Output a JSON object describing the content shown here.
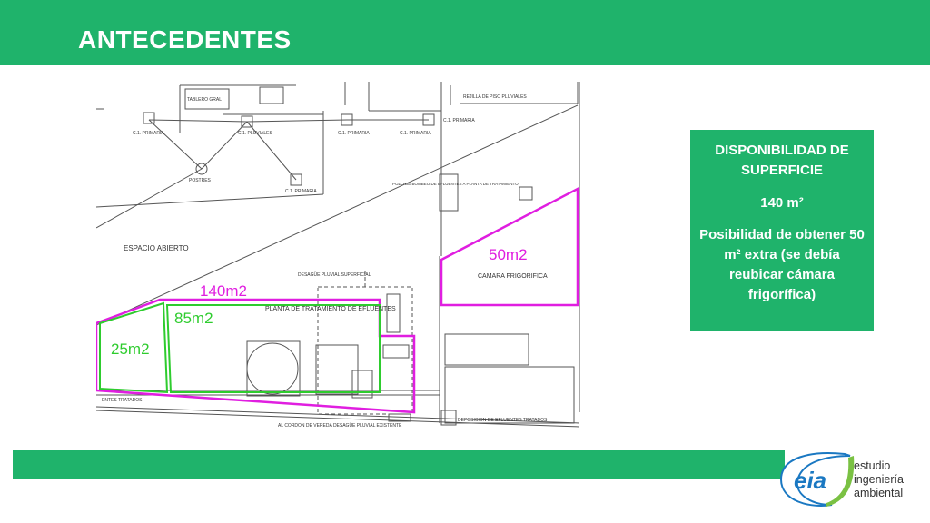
{
  "header": {
    "title": "ANTECEDENTES"
  },
  "plan": {
    "labels": {
      "tablero": "TABLERO GRAL",
      "rejilla": "REJILLA DE PISO PLUVIALES",
      "c1_primaria": "C.1. PRIMARIA",
      "c1_pluviales": "C.1. PLUVIALES",
      "postres": "POSTRES",
      "pozo": "POZO DE BOMBEO DE EFLUENTES A PLANTA DE TRATAMIENTO",
      "espacio": "ESPACIO ABIERTO",
      "camara": "CAMARA FRIGORIFICA",
      "desague_sup": "DESAGÜE PLUVIAL SUPERFICIAL",
      "planta": "PLANTA DE TRATAMIENTO DE EFLUENTES",
      "efluentes_tratados": "ENTES TRATADOS",
      "cordon": "AL CORDON DE VEREDA DESAGÜE PLUVIAL EXISTENTE",
      "deposicion": "DEPOSICION DE EFLUENTES TRATADOS"
    },
    "areas": {
      "a140": "140m2",
      "a85": "85m2",
      "a25": "25m2",
      "a50": "50m2"
    },
    "colors": {
      "magenta": "#e01ee0",
      "green": "#2ecc2e",
      "line": "#555555"
    }
  },
  "info": {
    "heading": "DISPONIBILIDAD DE SUPERFICIE",
    "area_value": "140 m²",
    "note": "Posibilidad de obtener 50 m² extra (se debía reubicar cámara frigorífica)"
  },
  "logo": {
    "mark": "eia",
    "line1": "estudio",
    "line2": "ingeniería",
    "line3": "ambiental"
  },
  "colors": {
    "accent": "#1fb36b",
    "logo_blue": "#1a78c2",
    "logo_green": "#7ac143"
  }
}
